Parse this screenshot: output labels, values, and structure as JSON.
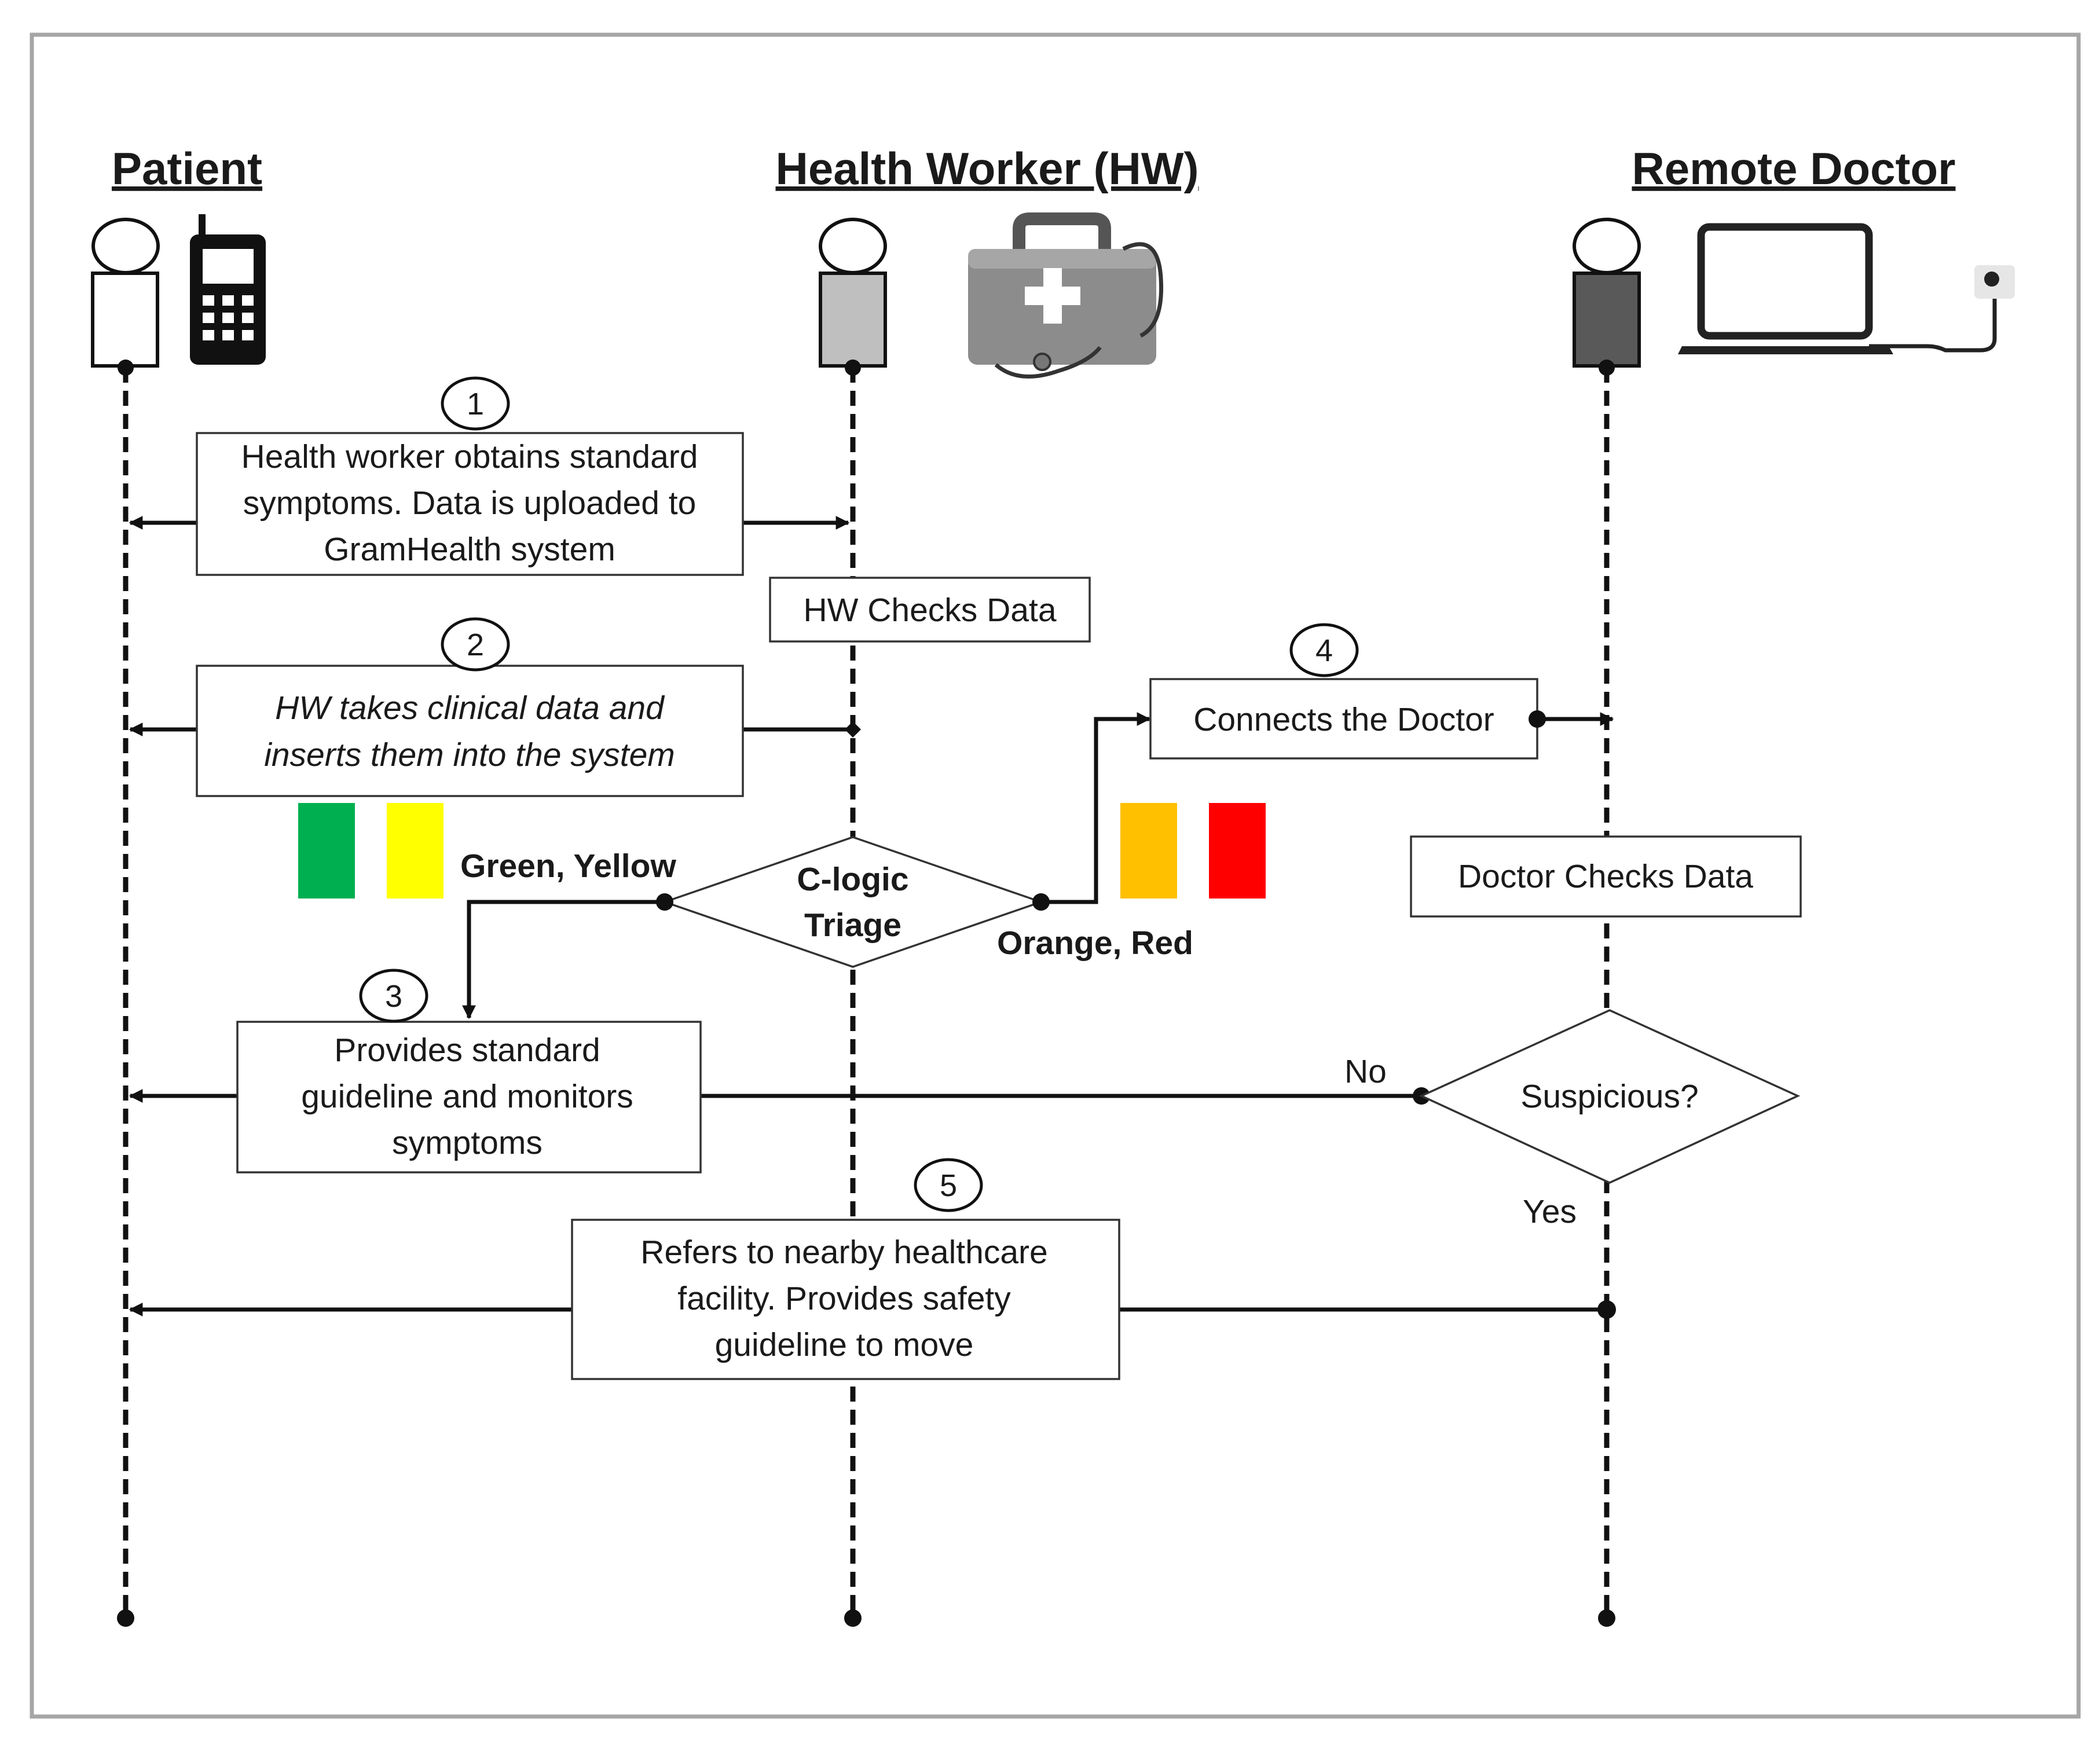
{
  "actors": {
    "patient": "Patient",
    "health_worker": "Health Worker (HW)",
    "doctor": "Remote  Doctor"
  },
  "steps": {
    "s1": {
      "num": "1",
      "lines": [
        "Health worker obtains standard",
        "symptoms. Data is uploaded to",
        "GramHealth system"
      ]
    },
    "hw_checks": "HW Checks Data",
    "s2": {
      "num": "2",
      "lines": [
        "HW takes clinical data and",
        "inserts them into the system"
      ]
    },
    "s4": {
      "num": "4",
      "label": "Connects the Doctor"
    },
    "triage": {
      "lines": [
        "C-logic",
        "Triage"
      ]
    },
    "green_yellow": "Green, Yellow",
    "orange_red": "Orange, Red",
    "doctor_checks": "Doctor Checks Data",
    "s3": {
      "num": "3",
      "lines": [
        "Provides standard",
        "guideline and monitors",
        "symptoms"
      ]
    },
    "suspicious": "Suspicious?",
    "no": "No",
    "yes": "Yes",
    "s5": {
      "num": "5",
      "lines": [
        "Refers to nearby healthcare",
        "facility. Provides safety",
        "guideline to move"
      ]
    }
  },
  "colors": {
    "green": "#00b050",
    "yellow": "#ffff00",
    "orange": "#ffc000",
    "red": "#ff0000",
    "patient_fill": "#ffffff",
    "hw_fill": "#bfbfbf",
    "doctor_fill": "#595959"
  },
  "icons": {
    "patient_device": "mobile-phone-icon",
    "hw_device": "medical-kit-icon",
    "doctor_device": "laptop-icon"
  }
}
